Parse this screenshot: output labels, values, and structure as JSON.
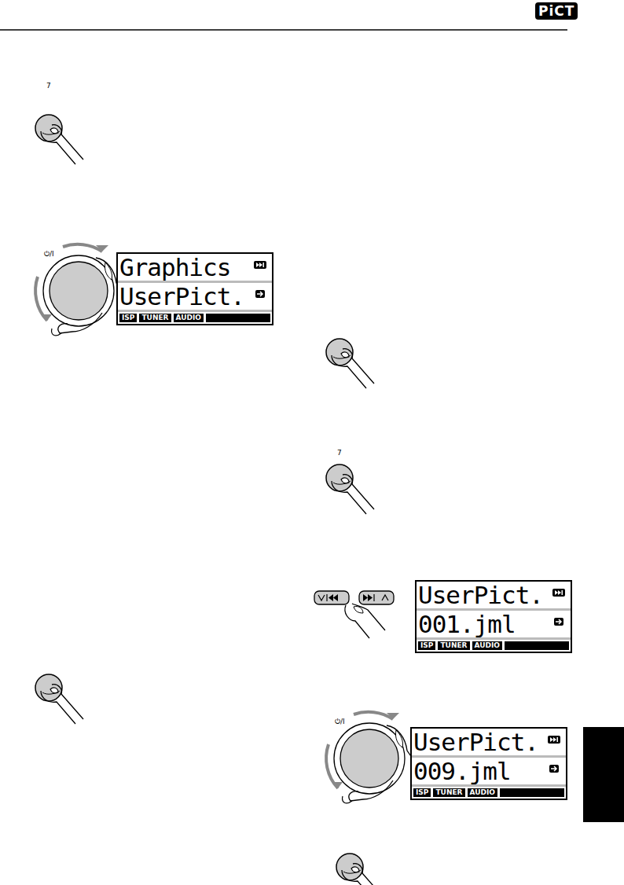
{
  "diagram": {
    "nodes": [
      {
        "text": [
          "Graphics",
          "UserPict.",
          "ISP",
          "TUNER",
          "AUDIO"
        ]
      },
      {
        "text": [
          "UserPict.",
          "001.jml",
          "ISP",
          "TUNER",
          "AUDIO"
        ]
      },
      {
        "text": [
          "UserPict.",
          "009.jml",
          "ISP",
          "TUNER",
          "AUDIO"
        ]
      }
    ],
    "labels": [
      "PiCT",
      "7",
      "⏻/I",
      "7",
      "⏻/I"
    ]
  }
}
